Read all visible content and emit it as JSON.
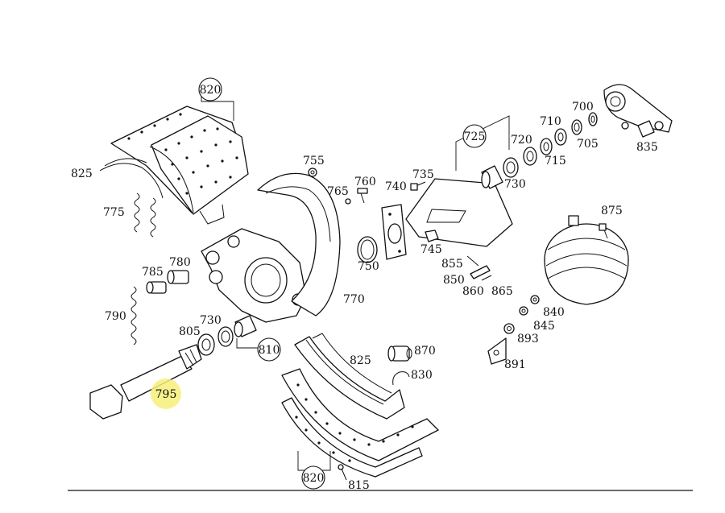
{
  "labels": {
    "p700": "700",
    "p705": "705",
    "p710": "710",
    "p715": "715",
    "p720": "720",
    "p725": "725",
    "p730a": "730",
    "p730b": "730",
    "p735": "735",
    "p740": "740",
    "p745": "745",
    "p750": "750",
    "p755": "755",
    "p760": "760",
    "p765": "765",
    "p770": "770",
    "p775": "775",
    "p780": "780",
    "p785": "785",
    "p790": "790",
    "p795": "795",
    "p805": "805",
    "p810": "810",
    "p815": "815",
    "p820a": "820",
    "p820b": "820",
    "p825a": "825",
    "p825b": "825",
    "p830": "830",
    "p835": "835",
    "p840": "840",
    "p845": "845",
    "p850": "850",
    "p855": "855",
    "p860": "860",
    "p865": "865",
    "p870": "870",
    "p875": "875",
    "p891": "891",
    "p893": "893"
  },
  "colors": {
    "line": "#111111",
    "highlight": "#f7f07a"
  },
  "highlighted_part": "795"
}
